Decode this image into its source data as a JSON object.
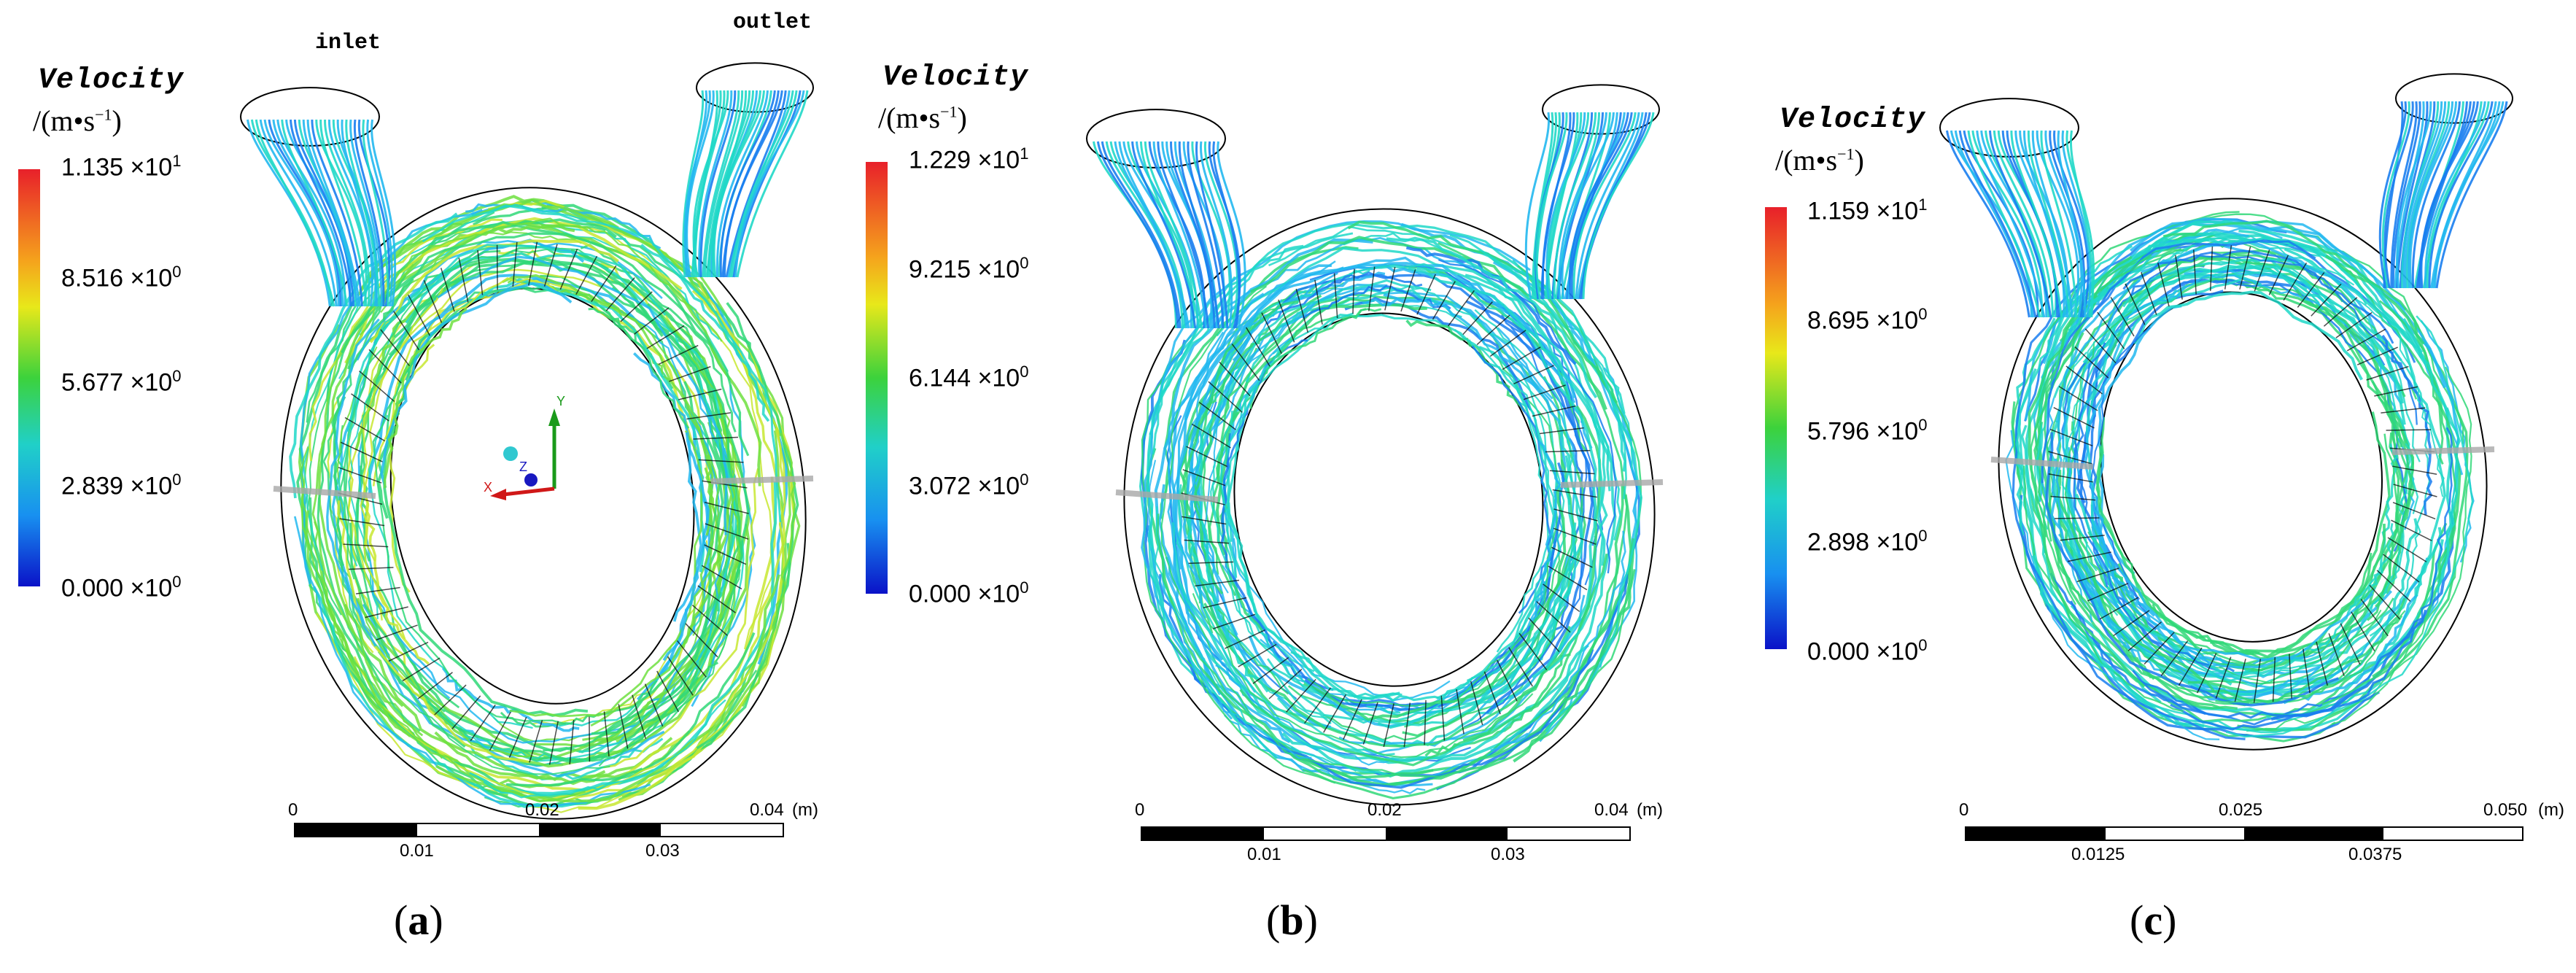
{
  "panels": [
    {
      "id": "a",
      "subfig_label": "a",
      "legend": {
        "title": "Velocity",
        "unit_prefix": "/(m•s",
        "unit_exp": "−1",
        "unit_suffix": ")",
        "ticks": [
          {
            "mantissa": "1.135 ×10",
            "exp": "1"
          },
          {
            "mantissa": "8.516 ×10",
            "exp": "0"
          },
          {
            "mantissa": "5.677 ×10",
            "exp": "0"
          },
          {
            "mantissa": "2.839 ×10",
            "exp": "0"
          },
          {
            "mantissa": "0.000 ×10",
            "exp": "0"
          }
        ]
      },
      "inlet_label": "inlet",
      "outlet_label": "outlet",
      "axis_labels": {
        "x": "X",
        "y": "Y",
        "z": "Z"
      },
      "scale": {
        "top": [
          "0",
          "0.02",
          "0.04"
        ],
        "unit": "(m)",
        "bottom": [
          "0.01",
          "0.03"
        ]
      }
    },
    {
      "id": "b",
      "subfig_label": "b",
      "legend": {
        "title": "Velocity",
        "unit_prefix": "/(m•s",
        "unit_exp": "−1",
        "unit_suffix": ")",
        "ticks": [
          {
            "mantissa": "1.229 ×10",
            "exp": "1"
          },
          {
            "mantissa": "9.215 ×10",
            "exp": "0"
          },
          {
            "mantissa": "6.144 ×10",
            "exp": "0"
          },
          {
            "mantissa": "3.072 ×10",
            "exp": "0"
          },
          {
            "mantissa": "0.000 ×10",
            "exp": "0"
          }
        ]
      },
      "scale": {
        "top": [
          "0",
          "0.02",
          "0.04"
        ],
        "unit": "(m)",
        "bottom": [
          "0.01",
          "0.03"
        ]
      }
    },
    {
      "id": "c",
      "subfig_label": "c",
      "legend": {
        "title": "Velocity",
        "unit_prefix": "/(m•s",
        "unit_exp": "−1",
        "unit_suffix": ")",
        "ticks": [
          {
            "mantissa": "1.159 ×10",
            "exp": "1"
          },
          {
            "mantissa": "8.695 ×10",
            "exp": "0"
          },
          {
            "mantissa": "5.796 ×10",
            "exp": "0"
          },
          {
            "mantissa": "2.898 ×10",
            "exp": "0"
          },
          {
            "mantissa": "0.000 ×10",
            "exp": "0"
          }
        ]
      },
      "scale": {
        "top": [
          "0",
          "0.025",
          "0.050"
        ],
        "unit": "(m)",
        "bottom": [
          "0.0125",
          "0.0375"
        ]
      }
    }
  ],
  "colors": {
    "streamline_palette": [
      "#0a2ad0",
      "#1a7ef0",
      "#22b8f0",
      "#20d8c8",
      "#30d878",
      "#6ee040",
      "#c8e830"
    ],
    "geometry": "#000000"
  }
}
